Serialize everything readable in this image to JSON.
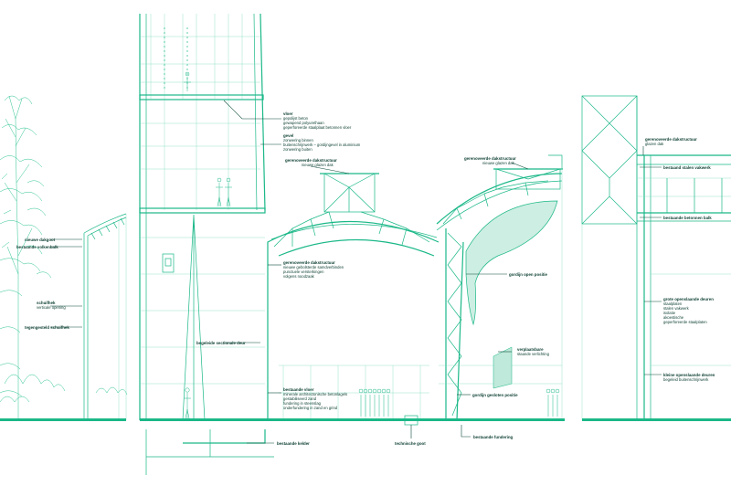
{
  "annotations": {
    "vloer": {
      "title": "vloer",
      "lines": [
        "gepolijst beton",
        "gewapend polyurethaan",
        "geperforeerde staalplaat betonnen vloer"
      ]
    },
    "gevel": {
      "title": "gevel",
      "lines": [
        "zonwering binnen",
        "buitenschrijnwerk – gordijngevel in aluminium",
        "zonwering buiten"
      ]
    },
    "dak_mid": {
      "title": "gerenoveerde dakstructuur",
      "lines": [
        "nieuwe glazen dak"
      ]
    },
    "dak_right": {
      "title": "gerenoveerde dakstructuur",
      "lines": [
        "nieuwe glazen dak"
      ]
    },
    "dak_far": {
      "title": "gerenoveerde dakstructuur",
      "lines": [
        "glazen dak"
      ]
    },
    "dalgoot": {
      "title": "nieuwe dakgoot",
      "lines": []
    },
    "volkenbalk": {
      "title": "bestaande volkenbalk",
      "lines": []
    },
    "schuifhek": {
      "title": "schuifhek",
      "lines": [
        "verticale opening"
      ]
    },
    "tegengesteld": {
      "title": "tegengesteld schuifhek",
      "lines": []
    },
    "dakstructuur_main": {
      "title": "gerenoveerde dakstructuur",
      "lines": [
        "nieuwe gebolsterde samdverbinden",
        "punctuele versterkingen",
        "volgens noodzaak"
      ]
    },
    "open_positie": {
      "title": "gordijn open positie",
      "lines": []
    },
    "sectionale": {
      "title": "begeleide sectionale deur",
      "lines": []
    },
    "verplaatsbare": {
      "title": "verplaatsbare",
      "lines": [
        "staande verlichting"
      ]
    },
    "bestaande_vloer": {
      "title": "bestaande vloer",
      "lines": [
        "minerale architectonische betonlagels",
        "gestabiliseerd zand",
        "fundering in steenslag",
        "onderfundering in zand en grind"
      ]
    },
    "gesloten_positie": {
      "title": "gordijn gesloten positie",
      "lines": []
    },
    "kelder": {
      "title": "bestaande kelder",
      "lines": []
    },
    "technische_goot": {
      "title": "technische goot",
      "lines": []
    },
    "fundering": {
      "title": "bestaande fundering",
      "lines": []
    },
    "staal_vakwerk": {
      "title": "bestaand stalen vakwerk",
      "lines": []
    },
    "betonnen_balk": {
      "title": "bestaande betonnen balk",
      "lines": []
    },
    "grote_deuren": {
      "title": "grote openslaande deuren",
      "lines": [
        "staalplaten",
        "stalen vakwerk",
        "isolatie",
        "akoestische",
        "geperforeerde staalplaten"
      ]
    },
    "kleine_deuren": {
      "title": "kleine openslaande deuren",
      "lines": [
        "begeleid buitenschrijnwerk"
      ]
    }
  },
  "colors": {
    "line": "#1bb888",
    "text": "#0a3d30",
    "ground": "#1bb888"
  }
}
